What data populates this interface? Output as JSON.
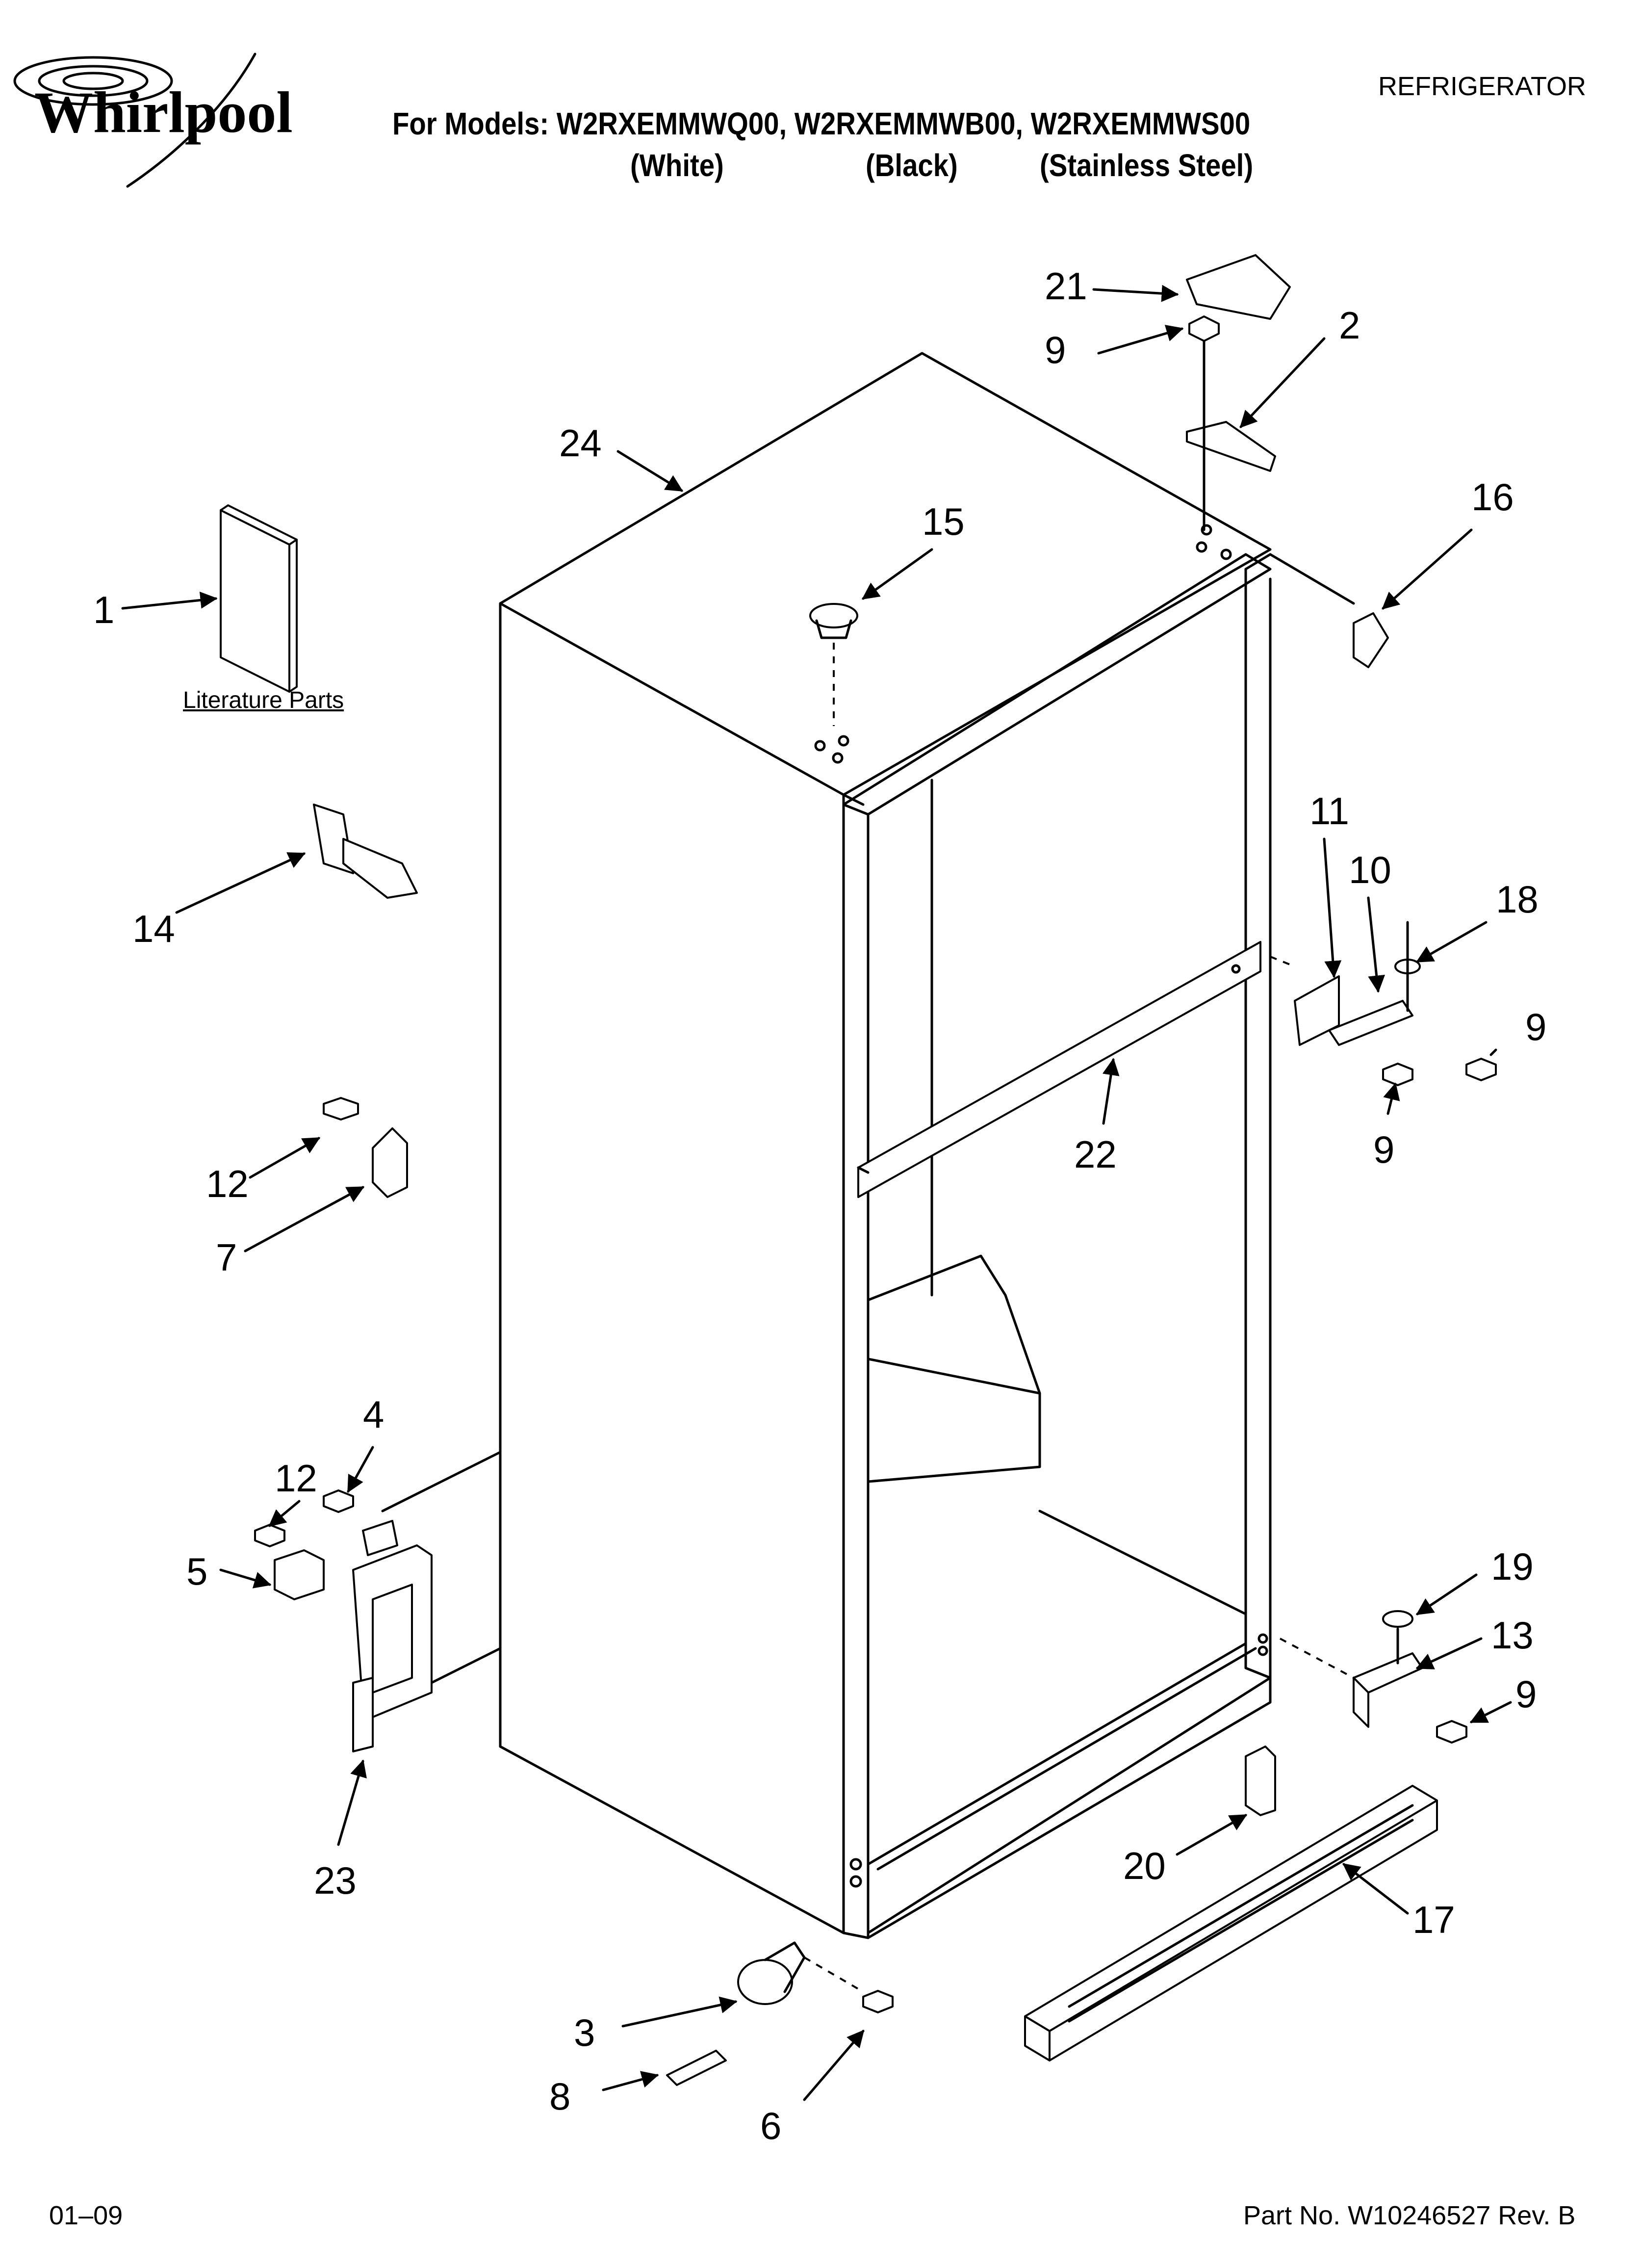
{
  "brand": "Whirlpool",
  "category": "REFRIGERATOR",
  "models_line": "For Models: W2RXEMMWQ00, W2RXEMMWB00, W2RXEMMWS00",
  "variants": [
    "(White)",
    "(Black)",
    "(Stainless Steel)"
  ],
  "literature_label": "Literature Parts",
  "footer_date": "01–09",
  "part_number": "Part No. W10246527 Rev. B",
  "callouts": [
    "21",
    "9",
    "2",
    "24",
    "15",
    "16",
    "1",
    "11",
    "10",
    "18",
    "14",
    "9",
    "22",
    "9",
    "12",
    "7",
    "4",
    "12",
    "5",
    "19",
    "13",
    "9",
    "23",
    "20",
    "17",
    "3",
    "8",
    "6"
  ]
}
